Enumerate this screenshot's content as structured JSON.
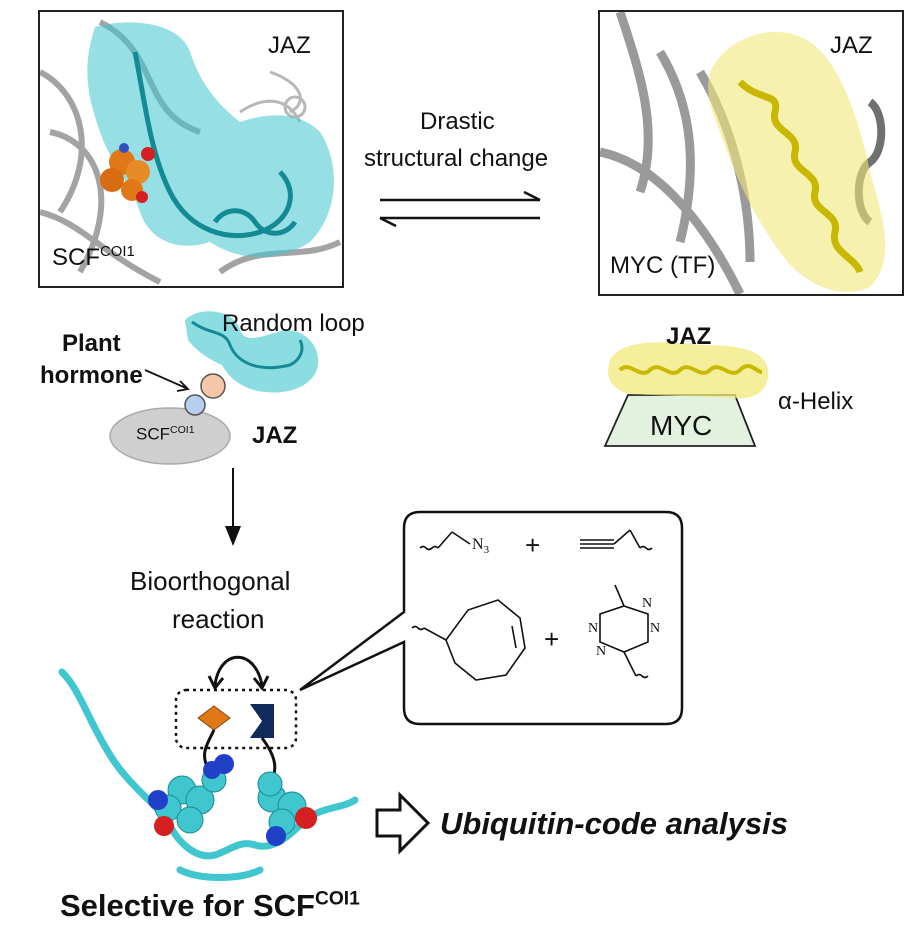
{
  "top_left_panel": {
    "protein": "JAZ",
    "complex": "SCF",
    "complex_sup": "COI1"
  },
  "top_right_panel": {
    "protein": "JAZ",
    "partner": "MYC (TF)"
  },
  "transition": {
    "line1": "Drastic",
    "line2": "structural change"
  },
  "left_schematic": {
    "loop_label": "Random loop",
    "hormone_line1": "Plant",
    "hormone_line2": "hormone",
    "complex": "SCF",
    "complex_sup": "COI1",
    "protein": "JAZ"
  },
  "right_schematic": {
    "protein": "JAZ",
    "partner": "MYC",
    "helix_label": "α-Helix"
  },
  "reaction": {
    "line1": "Bioorthogonal",
    "line2": "reaction"
  },
  "chemistry": {
    "azide_group": "N",
    "azide_sub": "3",
    "plus1": "+",
    "plus2": "+",
    "tetrazine_n": "N"
  },
  "result": {
    "label": "Ubiquitin-code analysis"
  },
  "caption": {
    "text": "Selective for SCF",
    "sup": "COI1"
  },
  "colors": {
    "cyan": "#3fc6cf",
    "yellow": "#e8d820",
    "orange": "#e07818",
    "navy": "#102a5c",
    "myc_fill": "#e3f2df"
  }
}
